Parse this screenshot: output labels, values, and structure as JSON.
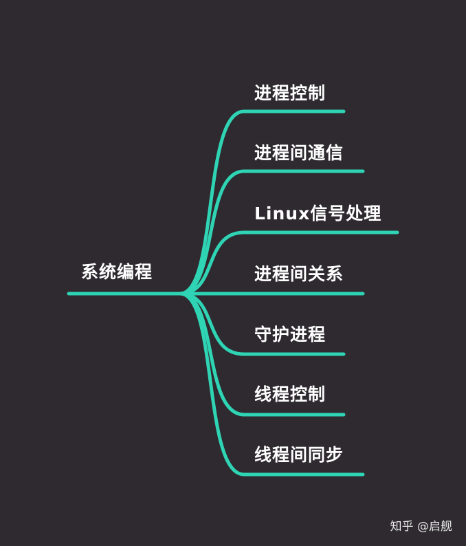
{
  "mindmap": {
    "root": "系统编程",
    "branches": [
      "进程控制",
      "进程间通信",
      "Linux信号处理",
      "进程间关系",
      "守护进程",
      "线程控制",
      "线程间同步"
    ],
    "line_color": "#2fd4b4",
    "background_color": "#2e2a2f"
  },
  "watermark": "知乎 @启舰"
}
